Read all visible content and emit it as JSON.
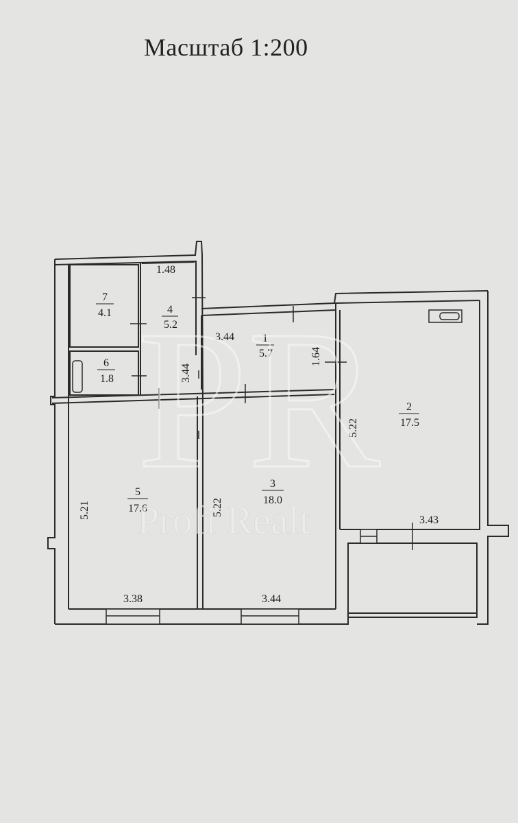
{
  "scale_label": "Масштаб 1:200",
  "watermark": {
    "logo": "PR",
    "text": "Profi Realt"
  },
  "rooms": [
    {
      "number": "1",
      "area": "5.7"
    },
    {
      "number": "2",
      "area": "17.5"
    },
    {
      "number": "3",
      "area": "18.0"
    },
    {
      "number": "4",
      "area": "5.2"
    },
    {
      "number": "5",
      "area": "17.6"
    },
    {
      "number": "6",
      "area": "1.8"
    },
    {
      "number": "7",
      "area": "4.1"
    }
  ],
  "dimensions": {
    "corridor_width_top": "1.48",
    "corridor_length": "3.44",
    "hall_width": "3.44",
    "hall_depth": "1.64",
    "room2_depth": "5.22",
    "balcony_width": "3.43",
    "room5_depth": "5.21",
    "room3_depth": "5.22",
    "room5_width": "3.38",
    "room3_width": "3.44"
  }
}
